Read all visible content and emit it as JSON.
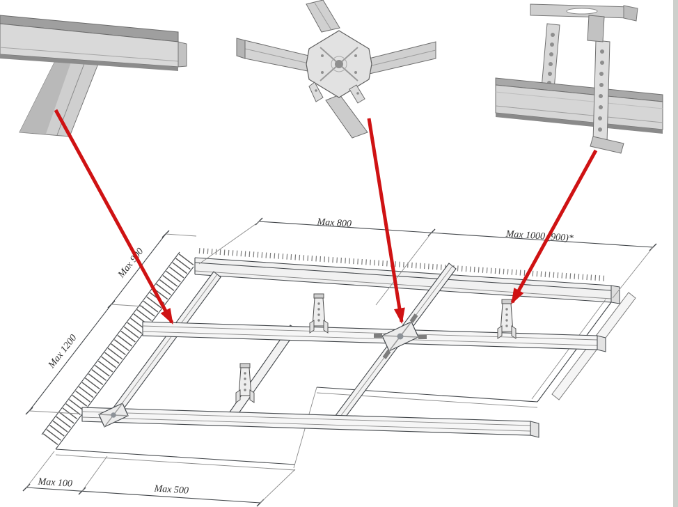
{
  "diagram": {
    "dimensions": {
      "max_800": "Max 800",
      "max_1000": "Max 1000 (900)*",
      "max_900": "Max 900",
      "max_1200": "Max 1200",
      "max_100": "Max 100",
      "max_500": "Max 500"
    },
    "colors": {
      "arrow": "#cf1213",
      "line": "#43474b",
      "metal_light": "#e9e9e9",
      "metal_mid": "#c9c9c9",
      "metal_dark": "#8f8f8f"
    },
    "details": [
      {
        "name": "profile-cross-junction-photo"
      },
      {
        "name": "cross-connector-photo"
      },
      {
        "name": "suspension-hanger-photo"
      }
    ]
  }
}
